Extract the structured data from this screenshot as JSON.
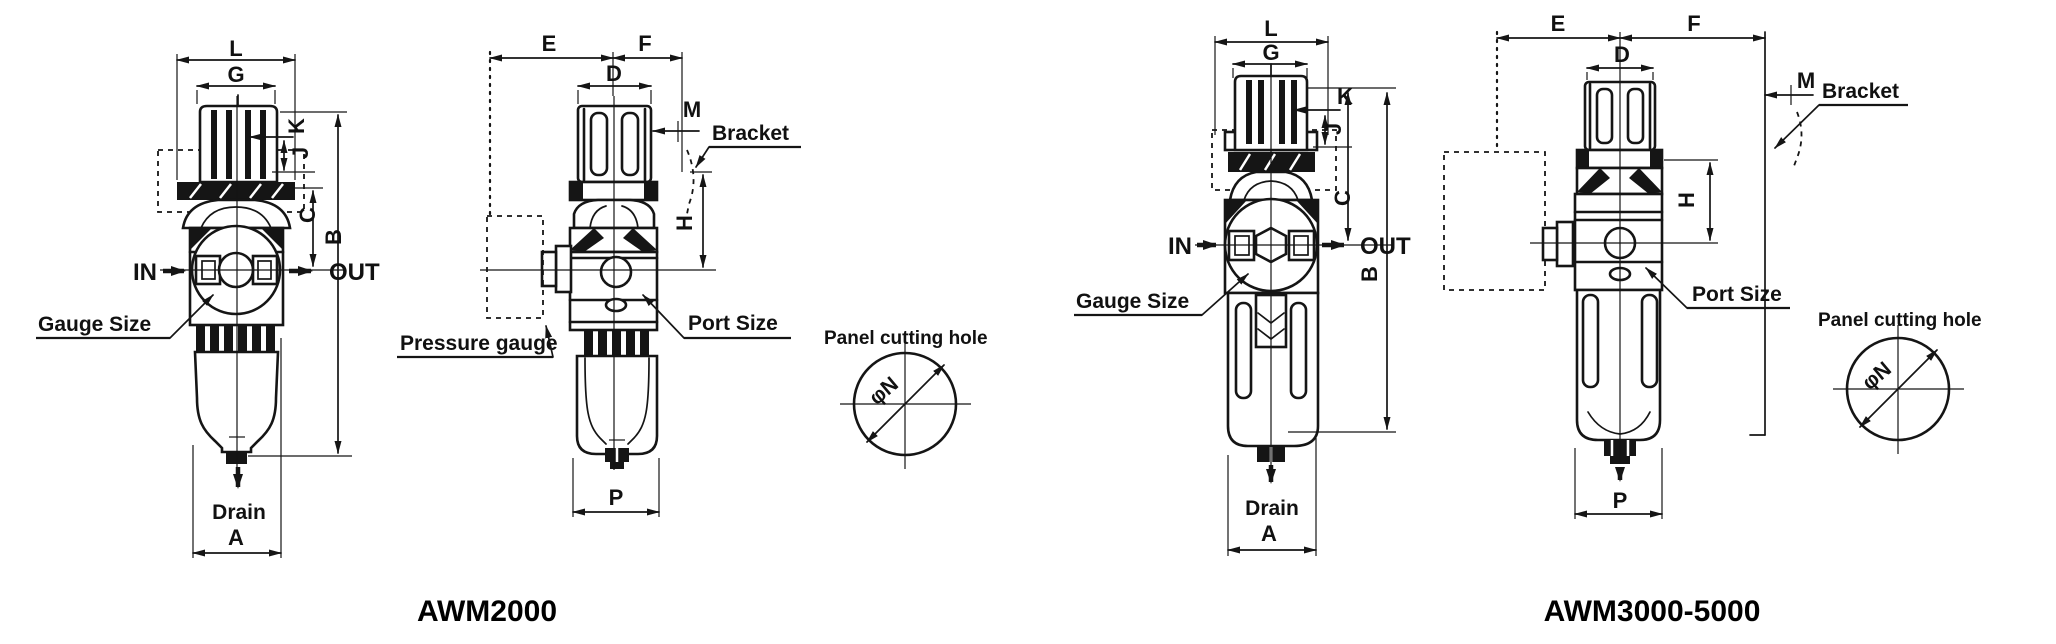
{
  "page": {
    "background": "#ffffff",
    "line_color": "#151515"
  },
  "models": {
    "left": {
      "caption": "AWM2000"
    },
    "right": {
      "caption": "AWM3000-5000"
    }
  },
  "dimension_labels": {
    "L": "L",
    "G": "G",
    "K": "K",
    "J": "J",
    "C": "C",
    "B": "B",
    "A": "A",
    "E": "E",
    "F": "F",
    "D": "D",
    "M": "M",
    "H": "H",
    "P": "P"
  },
  "annotations": {
    "in": "IN",
    "out": "OUT",
    "gauge_size": "Gauge Size",
    "drain": "Drain",
    "pressure_gauge": "Pressure gauge",
    "bracket": "Bracket",
    "port_size": "Port Size",
    "panel_cutting_hole": "Panel cutting hole",
    "hole_diameter": "φN"
  }
}
